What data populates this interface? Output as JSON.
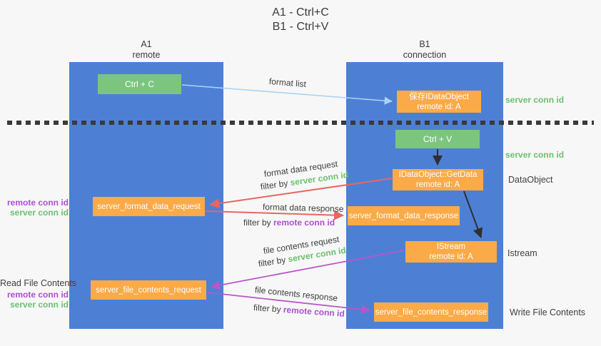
{
  "title": {
    "line1": "A1 - Ctrl+C",
    "line2": "B1 - Ctrl+V"
  },
  "columns": {
    "a1": {
      "name": "A1",
      "subtitle": "remote"
    },
    "b1": {
      "name": "B1",
      "subtitle": "connection"
    }
  },
  "nodes": {
    "ctrl_c": {
      "label": "Ctrl + C"
    },
    "save_idataobject": {
      "line1": "保存IDataObject",
      "line2": "remote id: A"
    },
    "ctrl_v": {
      "label": "Ctrl + V"
    },
    "getdata": {
      "line1": "IDataObject::GetData",
      "line2": "remote id: A"
    },
    "server_format_data_request": {
      "label": "server_format_data_request"
    },
    "server_format_data_response": {
      "label": "server_format_data_response"
    },
    "istream": {
      "line1": "IStream",
      "line2": "remote id: A"
    },
    "server_file_contents_request": {
      "label": "server_file_contents_request"
    },
    "server_file_contents_response": {
      "label": "server_file_contents_response"
    }
  },
  "arrow_labels": {
    "format_list": "format list",
    "format_data_request": "format data request",
    "format_data_response": "format data response",
    "file_contents_request": "file contents request",
    "file_contents_response": "file contents response",
    "filter_by": "filter by ",
    "server_conn_id": "server conn id",
    "remote_conn_id": "remote conn id"
  },
  "side_labels": {
    "server_conn_id": "server conn id",
    "remote_conn_id": "remote conn id",
    "dataobject": "DataObject",
    "istream": "Istream",
    "read_file_contents": "Read File Contents",
    "write_file_contents": "Write File Contents"
  },
  "colors": {
    "background": "#f7f7f7",
    "lane_blue": "#4d80d5",
    "box_green": "#7cc57f",
    "box_orange": "#fbaa48",
    "arrow_light_blue": "#a9d3f2",
    "arrow_red": "#e66762",
    "arrow_purple": "#b757c8",
    "arrow_black": "#2f2f2f",
    "text_green": "#6cc06f",
    "text_purple": "#ab50ce",
    "text_dark": "#3f3f3f"
  }
}
